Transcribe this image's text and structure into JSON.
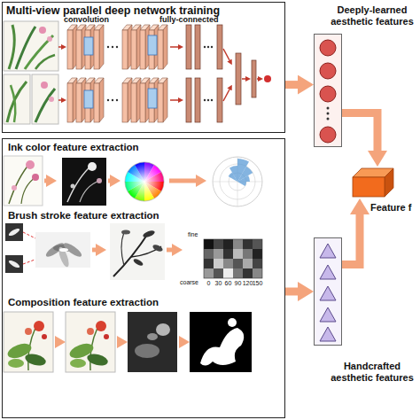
{
  "diagram": {
    "nodes": [
      {
        "text": [
          "Multi-view parallel deep network training"
        ]
      },
      {
        "text": [
          "Deeply-learned aesthetic features"
        ]
      },
      {
        "text": [
          "Ink color feature extraction",
          "Brush stroke feature extraction",
          "Composition feature extraction"
        ]
      },
      {
        "text": [
          "Handcrafted aesthetic features"
        ]
      },
      {
        "text": [
          "Feature f"
        ]
      }
    ],
    "edges": [
      {
        "from": 0,
        "to": 1,
        "arrow": "to"
      },
      {
        "from": 2,
        "to": 3,
        "arrow": "to"
      },
      {
        "from": 1,
        "to": 4,
        "arrow": "to"
      },
      {
        "from": 3,
        "to": 4,
        "arrow": "to"
      }
    ],
    "labels": [
      "convolution",
      "fully-connected",
      "fine",
      "coarse",
      "0",
      "30",
      "60",
      "90",
      "120",
      "150"
    ]
  }
}
